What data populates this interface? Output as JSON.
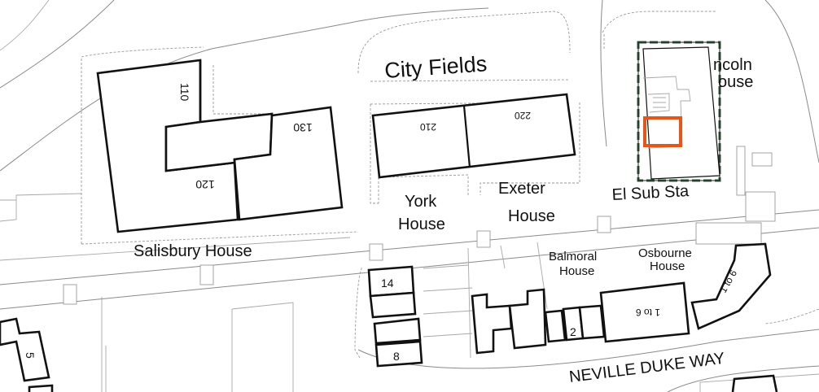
{
  "map": {
    "places": {
      "city_fields": "City Fields",
      "lincoln_house_line1": "ncoln",
      "lincoln_house_line2": "ouse",
      "el_sub_sta": "El Sub Sta",
      "york_house_line1": "York",
      "york_house_line2": "House",
      "exeter_house_line1": "Exeter",
      "exeter_house_line2": "House",
      "salisbury_house": "Salisbury House",
      "balmoral_house_line1": "Balmoral",
      "balmoral_house_line2": "House",
      "osbourne_house_line1": "Osbourne",
      "osbourne_house_line2": "House"
    },
    "building_numbers": {
      "n110": "110",
      "n120": "120",
      "n130": "130",
      "n210": "210",
      "n220": "220",
      "n14": "14",
      "n8": "8",
      "n5": "5",
      "n2": "2",
      "one_to_six_a": "1 to 6",
      "one_to_six_b": "1 to 6"
    },
    "street": "NEVILLE DUKE WAY",
    "colors": {
      "highlight": "#e5561a",
      "building_outline": "#111111",
      "road": "#8a8a8a"
    }
  }
}
